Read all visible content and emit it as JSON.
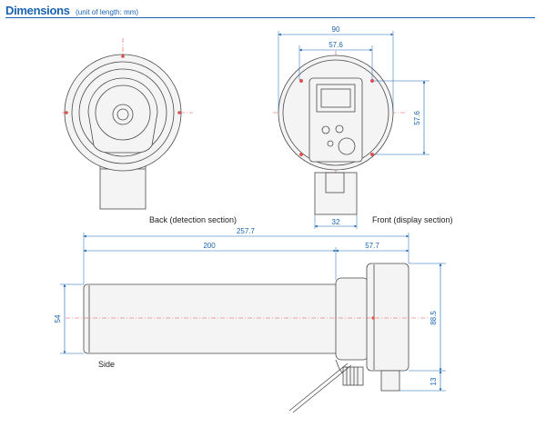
{
  "header": {
    "title": "Dimensions",
    "unit_note": "(unit of length: mm)"
  },
  "views": {
    "back_label": "Back (detection section)",
    "front_label": "Front (display section)",
    "side_label": "Side"
  },
  "dimensions": {
    "front_overall_width": "90",
    "front_display_width": "57.6",
    "front_display_height": "57.6",
    "front_stem_width": "32",
    "side_overall_length": "257.7",
    "side_tube_length": "200",
    "side_head_length": "57.7",
    "side_tube_diameter": "54",
    "side_head_height": "88.5",
    "side_knob_height": "13"
  },
  "colors": {
    "title": "#1a63b0",
    "dimension": "#1a63b0",
    "centerline": "#e05050",
    "outline": "#4a4a4a"
  }
}
